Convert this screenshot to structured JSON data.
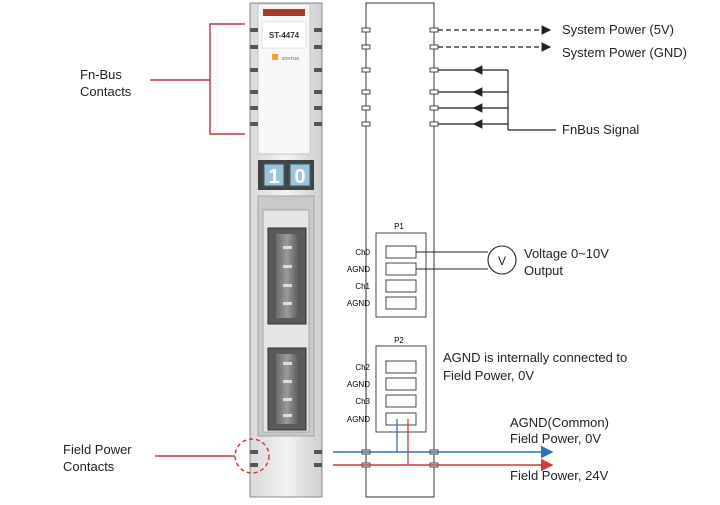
{
  "module": {
    "model": "ST-4474",
    "status_label": "STATUS",
    "digits": [
      "1",
      "0"
    ]
  },
  "labels": {
    "fn_bus_contacts": [
      "Fn-Bus",
      "Contacts"
    ],
    "field_power_contacts": [
      "Field Power",
      "Contacts"
    ],
    "system_power_5v": "System Power (5V)",
    "system_power_gnd": "System Power (GND)",
    "fnbus_signal": "FnBus Signal",
    "voltage_output": [
      "Voltage 0~10V",
      "Output"
    ],
    "v_symbol": "V",
    "agnd_note": [
      "AGND is internally connected to",
      "Field Power, 0V"
    ],
    "agnd_common": "AGND(Common)",
    "field_power_0v": "Field Power, 0V",
    "field_power_24v": "Field Power, 24V"
  },
  "connectors": {
    "p1": {
      "title": "P1",
      "pins": [
        "Ch0",
        "AGND",
        "Ch1",
        "AGND"
      ]
    },
    "p2": {
      "title": "P2",
      "pins": [
        "Ch2",
        "AGND",
        "Ch3",
        "AGND"
      ]
    }
  },
  "colors": {
    "bracket": "#c8353a",
    "arrow_blue": "#2f6fbf",
    "arrow_red": "#d03b3b",
    "status_led": "#f2a33a",
    "digit_bg": "#9cc3d8"
  }
}
